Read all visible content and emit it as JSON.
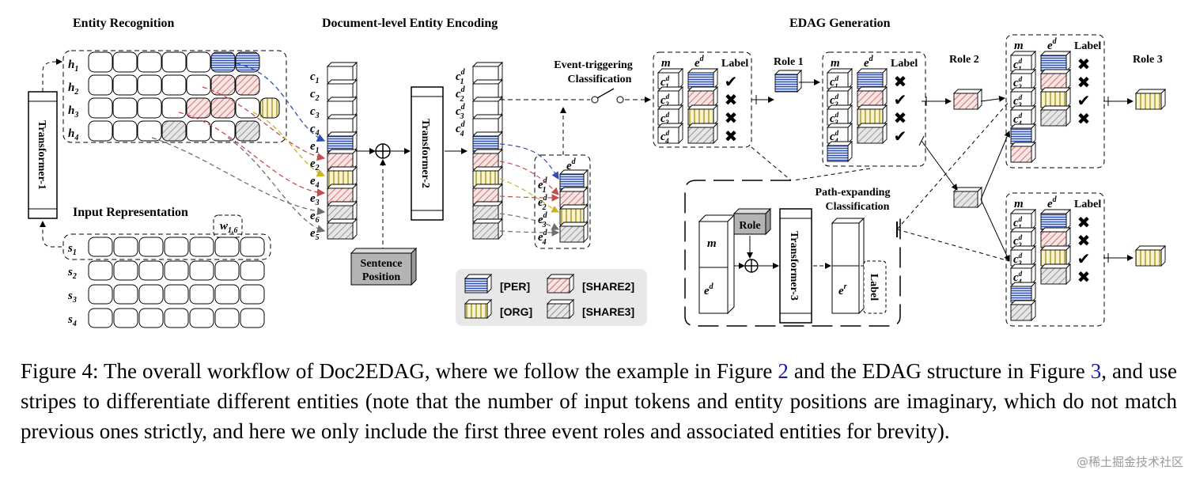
{
  "sections": {
    "entity_recognition": "Entity Recognition",
    "document_encoding": "Document-level Entity Encoding",
    "edag_generation": "EDAG Generation",
    "input_representation": "Input Representation"
  },
  "modules": {
    "transformer1": "Transformer-1",
    "transformer2": "Transformer-2",
    "transformer3": "Transformer-3",
    "sentence_position_line1": "Sentence",
    "sentence_position_line2": "Position",
    "event_triggering_line1": "Event-triggering",
    "event_triggering_line2": "Classification",
    "path_expanding_line1": "Path-expanding",
    "path_expanding_line2": "Classification",
    "role_box": "Role"
  },
  "roles": [
    "Role 1",
    "Role 2",
    "Role 3"
  ],
  "table_headers": {
    "m": "m",
    "ed": "e",
    "label": "Label"
  },
  "legend": [
    {
      "label": "[PER]",
      "pattern": "per"
    },
    {
      "label": "[SHARE2]",
      "pattern": "share2"
    },
    {
      "label": "[ORG]",
      "pattern": "org"
    },
    {
      "label": "[SHARE3]",
      "pattern": "share3"
    }
  ],
  "variables": {
    "h": [
      "h",
      "h",
      "h",
      "h"
    ],
    "h_sub": [
      "1",
      "2",
      "3",
      "4"
    ],
    "s": [
      "s",
      "s",
      "s",
      "s"
    ],
    "s_sub": [
      "1",
      "2",
      "3",
      "4"
    ],
    "w": "w",
    "w_sub": "1,6",
    "c_sub": [
      "1",
      "2",
      "3",
      "4"
    ],
    "e_sub": [
      "1",
      "2",
      "4",
      "3",
      "6",
      "5"
    ],
    "er_sup": "r",
    "d_sup": "d",
    "label_vertical": "Label"
  },
  "tables": [
    {
      "marks": [
        "check",
        "cross",
        "cross",
        "cross"
      ]
    },
    {
      "marks": [
        "cross",
        "check",
        "cross",
        "check"
      ]
    },
    {
      "marks": [
        "cross",
        "cross",
        "check",
        "cross"
      ]
    },
    {
      "marks": [
        "cross",
        "cross",
        "check",
        "cross"
      ]
    }
  ],
  "caption": {
    "part1": "Figure 4: The overall workflow of Doc2EDAG, where we follow the example in Figure ",
    "ref1": "2",
    "part2": " and the EDAG structure in Figure ",
    "ref2": "3",
    "part3": ", and use stripes to differentiate different entities (note that the number of input tokens and entity positions are imaginary, which do not match previous ones strictly, and here we only include the first three event roles and associated entities for brevity)."
  },
  "watermark": "@稀土掘金技术社区",
  "colors": {
    "per": "#2b4fb4",
    "org": "#c9b41f",
    "share2": "#c0504d",
    "share3": "#6e6e6e"
  }
}
